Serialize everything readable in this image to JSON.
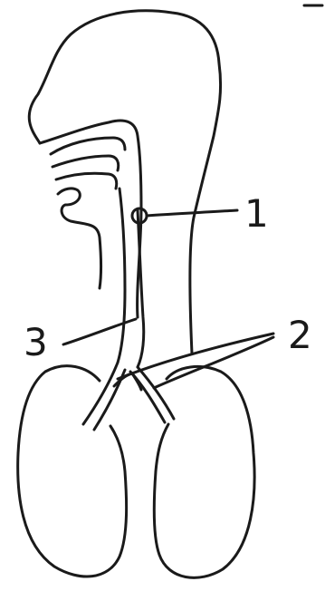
{
  "labels": {
    "one": "1",
    "two": "2",
    "three": "3"
  }
}
